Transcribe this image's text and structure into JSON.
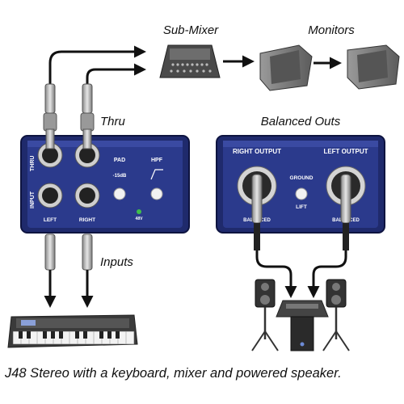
{
  "labels": {
    "sub_mixer": "Sub-Mixer",
    "monitors": "Monitors",
    "thru": "Thru",
    "balanced_outs": "Balanced Outs",
    "inputs": "Inputs"
  },
  "left_unit": {
    "thru_side": "THRU",
    "input_side": "INPUT",
    "pad": "PAD",
    "pad_value": "-15dB",
    "hpf": "HPF",
    "phantom": "48V",
    "left": "LEFT",
    "right": "RIGHT"
  },
  "right_unit": {
    "right_output": "RIGHT OUTPUT",
    "left_output": "LEFT OUTPUT",
    "ground": "GROUND",
    "lift": "LIFT",
    "balanced": "BALANCED"
  },
  "caption": "J48 Stereo with a keyboard, mixer and powered speaker.",
  "colors": {
    "panel_blue": "#2b3a8c",
    "panel_dark": "#18205a",
    "cable": "#111111",
    "connector": "#b5b5b5"
  }
}
